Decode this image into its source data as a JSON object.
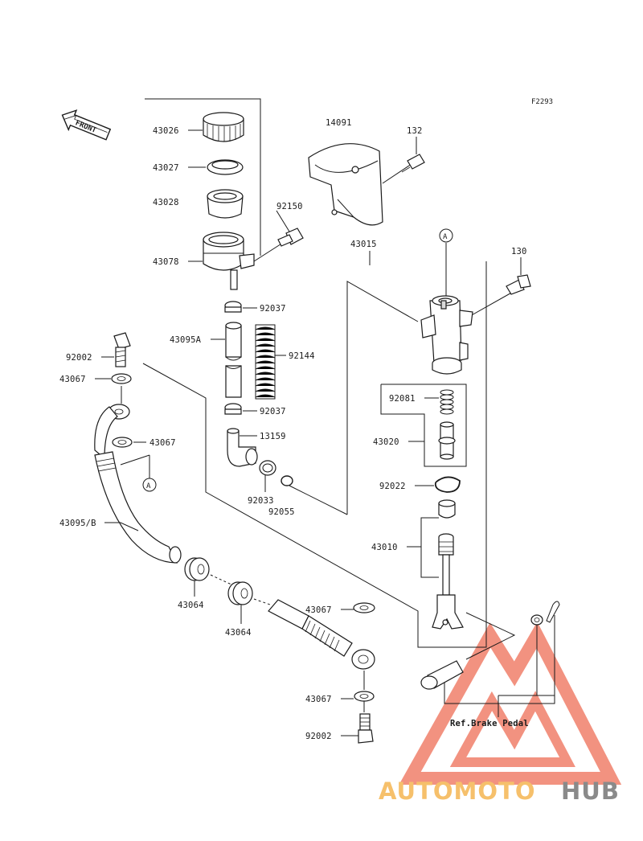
{
  "diagram_code": "F2293",
  "front_arrow_label": "FRONT",
  "ref_label": "Ref.Brake Pedal",
  "callout_letter": "A",
  "parts": {
    "p43026": "43026",
    "p43027": "43027",
    "p43028": "43028",
    "p43078": "43078",
    "p14091": "14091",
    "p132": "132",
    "p92150": "92150",
    "p43015": "43015",
    "p130": "130",
    "p92037a": "92037",
    "p43095A": "43095A",
    "p92144": "92144",
    "p92002a": "92002",
    "p43067a": "43067",
    "p92037b": "92037",
    "p13159": "13159",
    "p43067b": "43067",
    "p92033": "92033",
    "p92055": "92055",
    "p92081": "92081",
    "p43020": "43020",
    "p92022": "92022",
    "p43095B": "43095/B",
    "p43010": "43010",
    "p43064a": "43064",
    "p43064b": "43064",
    "p43067c": "43067",
    "p43067d": "43067",
    "p92002b": "92002"
  },
  "watermark": {
    "part1": "AUTOMOTO",
    "part2": "HUB",
    "color_primary": "#f07f6a",
    "color_secondary": "#f6c06b",
    "color_tertiary": "#8a8a8a"
  }
}
